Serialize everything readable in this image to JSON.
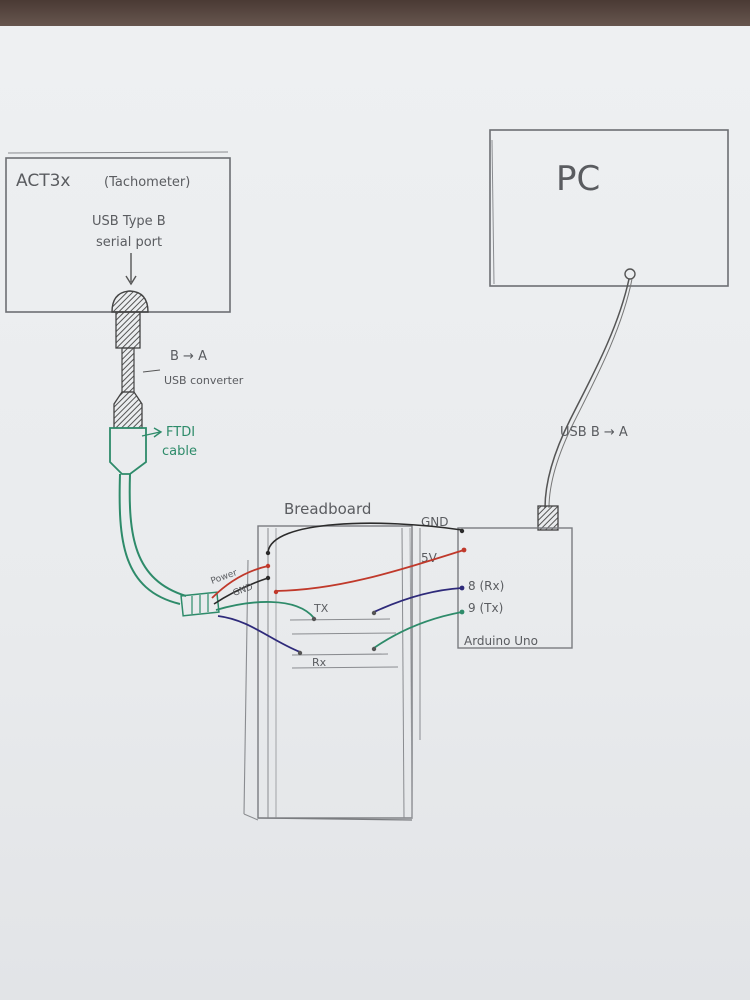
{
  "tachometer": {
    "title": "ACT3x",
    "subtitle": "(Tachometer)",
    "port_line1": "USB Type B",
    "port_line2": "serial port"
  },
  "converter": {
    "line1": "B → A",
    "line2": "USB converter"
  },
  "ftdi": {
    "line1": "FTDI",
    "line2": "cable"
  },
  "pc": {
    "label": "PC"
  },
  "pc_cable": {
    "label": "USB B → A"
  },
  "breadboard": {
    "label": "Breadboard",
    "tx_label": "TX",
    "rx_label": "Rx"
  },
  "ftdi_wires": {
    "power_label": "Power",
    "gnd_label": "GND"
  },
  "arduino": {
    "label": "Arduino Uno",
    "gnd_label": "GND",
    "v5_label": "5V",
    "pin8_label": "8 (Rx)",
    "pin9_label": "9 (Tx)"
  },
  "colors": {
    "pencil": "#5a5c60",
    "red_wire": "#c0392b",
    "black_wire": "#2b2b2b",
    "green_wire": "#2e8b6a",
    "blue_wire": "#2e2a7a"
  }
}
